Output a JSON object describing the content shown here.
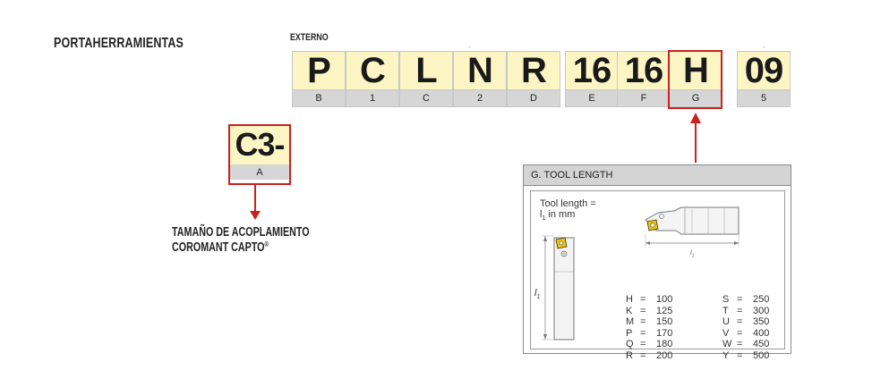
{
  "header": {
    "title": "PORTAHERRAMIENTAS",
    "variant": "EXTERNO"
  },
  "code_cells": [
    {
      "symbol": "P",
      "key": "B"
    },
    {
      "symbol": "C",
      "key": "1"
    },
    {
      "symbol": "L",
      "key": "C"
    },
    {
      "symbol": "N",
      "key": "2"
    },
    {
      "symbol": "R",
      "key": "D"
    },
    {
      "symbol": "16",
      "key": "E"
    },
    {
      "symbol": "16",
      "key": "F"
    },
    {
      "symbol": "H",
      "key": "G"
    },
    {
      "symbol": "09",
      "key": "5"
    }
  ],
  "highlighted_cell": "H",
  "coupling_cell": {
    "symbol": "C3-",
    "key": "A"
  },
  "coupling_label": {
    "line1": "TAMAÑO DE ACOPLAMIENTO",
    "line2": "COROMANT CAPTO",
    "mark": "®"
  },
  "panel": {
    "title": "G. TOOL LENGTH",
    "tool_length_line1": "Tool length =",
    "tool_length_l": "l",
    "tool_length_sub": "1",
    "tool_length_unit": " in mm",
    "diagram_label": "l",
    "diagram_sub": "1",
    "lengths_left": [
      {
        "code": "H",
        "value": "100"
      },
      {
        "code": "K",
        "value": "125"
      },
      {
        "code": "M",
        "value": "150"
      },
      {
        "code": "P",
        "value": "170"
      },
      {
        "code": "Q",
        "value": "180"
      },
      {
        "code": "R",
        "value": "200"
      }
    ],
    "lengths_right": [
      {
        "code": "S",
        "value": "250"
      },
      {
        "code": "T",
        "value": "300"
      },
      {
        "code": "U",
        "value": "350"
      },
      {
        "code": "V",
        "value": "400"
      },
      {
        "code": "W",
        "value": "450"
      },
      {
        "code": "Y",
        "value": "500"
      }
    ]
  },
  "colors": {
    "cell_fill": "#fdf6c4",
    "key_fill": "#d6d6d6",
    "highlight": "#cc1f1f",
    "insert": "#f2c400"
  }
}
